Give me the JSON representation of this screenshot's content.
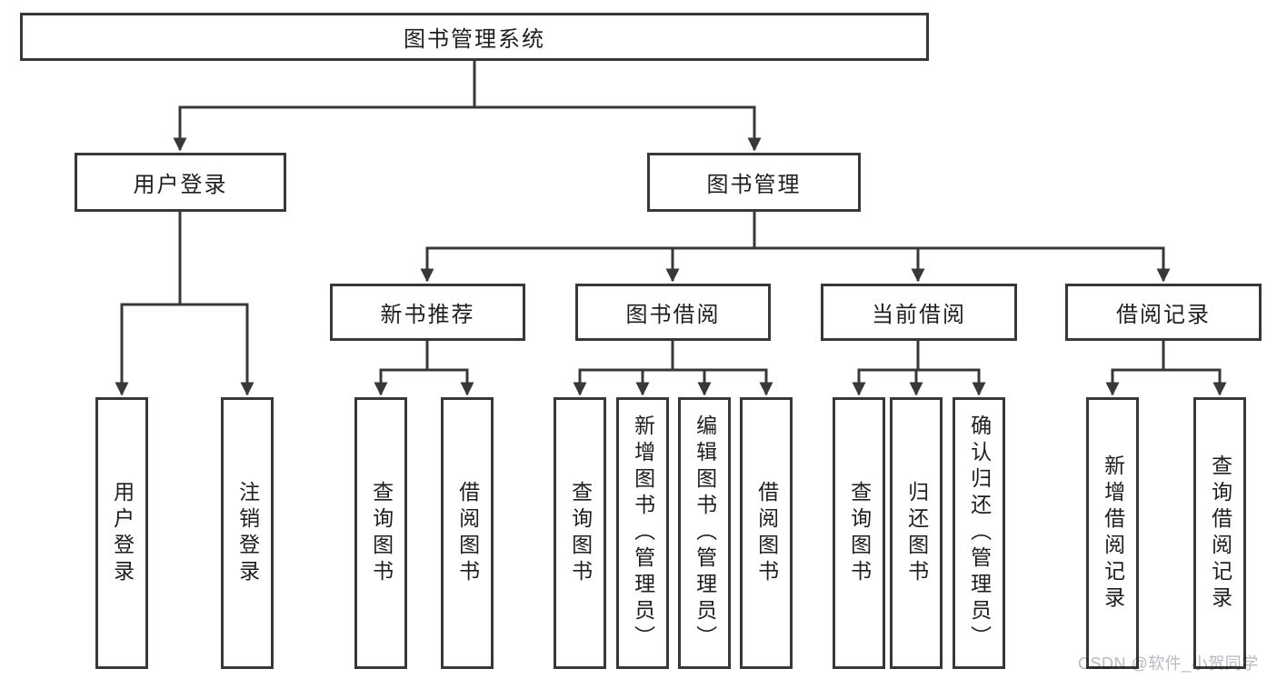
{
  "tree": {
    "root": {
      "label": "图书管理系统"
    },
    "branches": [
      {
        "label": "用户登录",
        "leaves": [
          {
            "label": "用户登录"
          },
          {
            "label": "注销登录"
          }
        ]
      },
      {
        "label": "图书管理",
        "groups": [
          {
            "label": "新书推荐",
            "leaves": [
              {
                "label": "查询图书"
              },
              {
                "label": "借阅图书"
              }
            ]
          },
          {
            "label": "图书借阅",
            "leaves": [
              {
                "label": "查询图书"
              },
              {
                "label": "新增图书（管理员）"
              },
              {
                "label": "编辑图书（管理员）"
              },
              {
                "label": "借阅图书"
              }
            ]
          },
          {
            "label": "当前借阅",
            "leaves": [
              {
                "label": "查询图书"
              },
              {
                "label": "归还图书"
              },
              {
                "label": "确认归还（管理员）"
              }
            ]
          },
          {
            "label": "借阅记录",
            "leaves": [
              {
                "label": "新增借阅记录"
              },
              {
                "label": "查询借阅记录"
              }
            ]
          }
        ]
      }
    ]
  },
  "watermark": {
    "text": "CSDN @软件_小贺同学"
  },
  "colors": {
    "line": "#383838",
    "text": "#1e1e1e",
    "background": "#ffffff",
    "watermark": "#b6bac2"
  }
}
